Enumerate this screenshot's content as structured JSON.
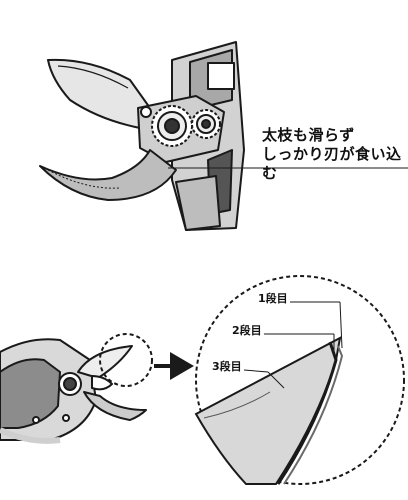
{
  "top_panel": {
    "caption_line1": "太枝も滑らず",
    "caption_line2": "しっかり刃が食い込む"
  },
  "bottom_panel": {
    "stage_labels": [
      "1段目",
      "2段目",
      "3段目"
    ]
  },
  "colors": {
    "outline": "#1a1a1a",
    "light_grey": "#cfcfcf",
    "mid_grey": "#9a9a9a",
    "dark_grey": "#4a4a4a"
  }
}
